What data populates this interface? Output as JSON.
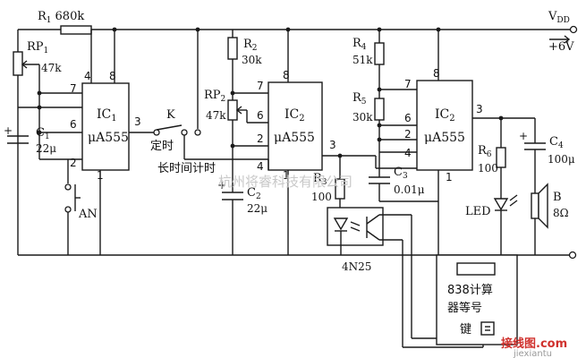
{
  "labels": {
    "vdd": "V",
    "vdd_sub": "DD",
    "supply": "+6V",
    "r1": "R",
    "r1_sub": "1",
    "r1_val": "680k",
    "rp1": "RP",
    "rp1_sub": "1",
    "rp1_val": "47k",
    "c1": "C",
    "c1_sub": "1",
    "c1_val": "22μ",
    "an": "AN",
    "ic1_name": "IC",
    "ic1_sub": "1",
    "ic1_type": "μA555",
    "k": "K",
    "dingshi": "定时",
    "long_timing": "长时间计时",
    "r2": "R",
    "r2_sub": "2",
    "r2_val": "30k",
    "rp2": "RP",
    "rp2_sub": "2",
    "rp2_val": "47k",
    "ic2_name": "IC",
    "ic2_sub": "2",
    "ic2_type": "μA555",
    "c2": "C",
    "c2_sub": "2",
    "c2_val": "22μ",
    "r3": "R",
    "r3_sub": "3",
    "r3_val": "100",
    "r4": "R",
    "r4_sub": "4",
    "r4_val": "51k",
    "r5": "R",
    "r5_sub": "5",
    "r5_val": "30k",
    "ic3_name": "IC",
    "ic3_sub": "2",
    "ic3_type": "μA555",
    "c3": "C",
    "c3_sub": "3",
    "c3_val": "0.01μ",
    "r6": "R",
    "r6_sub": "6",
    "r6_val": "100",
    "led": "LED",
    "c4": "C",
    "c4_sub": "4",
    "c4_val": "100μ",
    "b": "B",
    "b_val": "8Ω",
    "optocoupler": "4N25",
    "calc_line1": "838计算",
    "calc_line2": "器等号",
    "calc_key": "键",
    "watermark": "杭州将睿科技有限公司",
    "logo_text": "接线图.com",
    "logo_sub": "jiexiantu"
  },
  "pins": {
    "ic1": {
      "p4": "4",
      "p8": "8",
      "p7": "7",
      "p6": "6",
      "p3": "3",
      "p2": "2",
      "p1": "1"
    },
    "ic2": {
      "p7": "7",
      "p8": "8",
      "p6": "6",
      "p2": "2",
      "p3": "3",
      "p4": "4",
      "p1": "1"
    },
    "ic3": {
      "p7": "7",
      "p8": "8",
      "p6": "6",
      "p3": "3",
      "p2": "2",
      "p4": "4",
      "p1": "1"
    }
  },
  "colors": {
    "ink": "#1a1a1a",
    "watermark": "#c8c8c8",
    "logo": "#d0312d"
  }
}
